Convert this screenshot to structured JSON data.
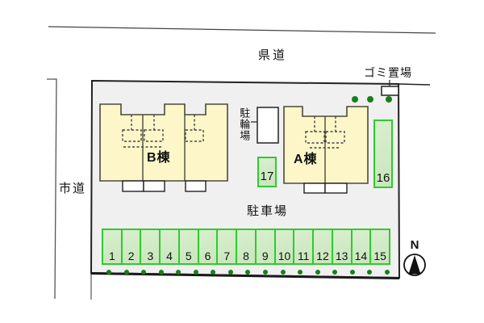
{
  "labels": {
    "road_top": "県道",
    "road_left": "市道",
    "garbage": "ゴミ置場",
    "bicycle": "駐輪場",
    "parking": "駐車場",
    "building_b": "B棟",
    "building_a": "A棟",
    "compass_n": "N"
  },
  "parking": {
    "row_spaces": [
      "1",
      "2",
      "3",
      "4",
      "5",
      "6",
      "7",
      "8",
      "9",
      "10",
      "11",
      "12",
      "13",
      "14",
      "15"
    ],
    "space_16": "16",
    "space_17": "17"
  },
  "decor": {
    "bottom_dots": 17,
    "top_dots": 3
  },
  "colors": {
    "site_fill": "#f0f0f0",
    "site_border": "#222222",
    "building_fill": "#fcf6c9",
    "building_border": "#4a4a3a",
    "space_fill_light": "#d9efcf",
    "space_fill": "#c8e6bc",
    "space_border": "#2fca2f",
    "dot_green": "#178017",
    "balcony_fill": "#ffffff"
  }
}
